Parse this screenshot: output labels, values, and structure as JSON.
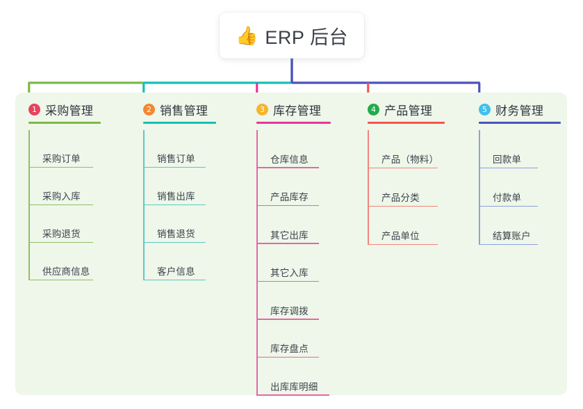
{
  "root": {
    "icon": "thumbs-up-emoji",
    "emoji": "👍",
    "title": "ERP 后台"
  },
  "palette": {
    "panel_bg": "#eef7e9",
    "page_bg": "#ffffff",
    "card_bg": "#ffffff",
    "text": "#3c434e",
    "title_text": "#2f3540",
    "green": "#7cb945",
    "teal": "#14c1b5",
    "pink": "#e8359a",
    "coral": "#f8544f",
    "blue": "#4a52bd",
    "rose": "#e8425e",
    "orange": "#f58731",
    "amber": "#f7b52c",
    "grass": "#23ab4b",
    "sky": "#3fc0ef"
  },
  "columns": [
    {
      "number": "1",
      "title": "采购管理",
      "badge_color": "#e8425e",
      "rule_color": "#7cb945",
      "line_color": "#8fbf63",
      "stub_color": "#7cb945",
      "items": [
        {
          "label": "采购订单"
        },
        {
          "label": "采购入库"
        },
        {
          "label": "采购退货"
        },
        {
          "label": "供应商信息"
        }
      ]
    },
    {
      "number": "2",
      "title": "销售管理",
      "badge_color": "#f58731",
      "rule_color": "#14c1b5",
      "line_color": "#5cc9c2",
      "stub_color": "#14c1b5",
      "items": [
        {
          "label": "销售订单"
        },
        {
          "label": "销售出库"
        },
        {
          "label": "销售退货"
        },
        {
          "label": "客户信息"
        }
      ]
    },
    {
      "number": "3",
      "title": "库存管理",
      "badge_color": "#f7b52c",
      "rule_color": "#e8359a",
      "line_color": "#e566a8",
      "stub_color": "#e8359a",
      "items": [
        {
          "label": "仓库信息"
        },
        {
          "label": "产品库存"
        },
        {
          "label": "其它出库"
        },
        {
          "label": "其它入库"
        },
        {
          "label": "库存调拨"
        },
        {
          "label": "库存盘点"
        },
        {
          "label": "出库库明细"
        }
      ]
    },
    {
      "number": "4",
      "title": "产品管理",
      "badge_color": "#23ab4b",
      "rule_color": "#f8544f",
      "line_color": "#f4837f",
      "stub_color": "#f8544f",
      "items": [
        {
          "label": "产品（物料）"
        },
        {
          "label": "产品分类"
        },
        {
          "label": "产品单位"
        }
      ]
    },
    {
      "number": "5",
      "title": "财务管理",
      "badge_color": "#3fc0ef",
      "rule_color": "#4a52bd",
      "line_color": "#8fa0dd",
      "stub_color": "#4a52bd",
      "items": [
        {
          "label": "回款单"
        },
        {
          "label": "付款单"
        },
        {
          "label": "结算账户"
        }
      ]
    }
  ]
}
